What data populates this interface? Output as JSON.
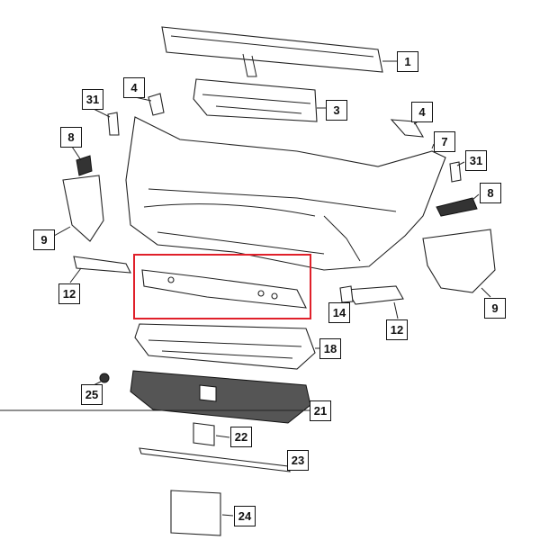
{
  "diagram": {
    "callouts": [
      "1",
      "4",
      "31",
      "3",
      "4",
      "8",
      "7",
      "31",
      "8",
      "9",
      "12",
      "14",
      "12",
      "9",
      "18",
      "25",
      "21",
      "22",
      "23",
      "24"
    ],
    "highlight_color": "#e0202a"
  }
}
